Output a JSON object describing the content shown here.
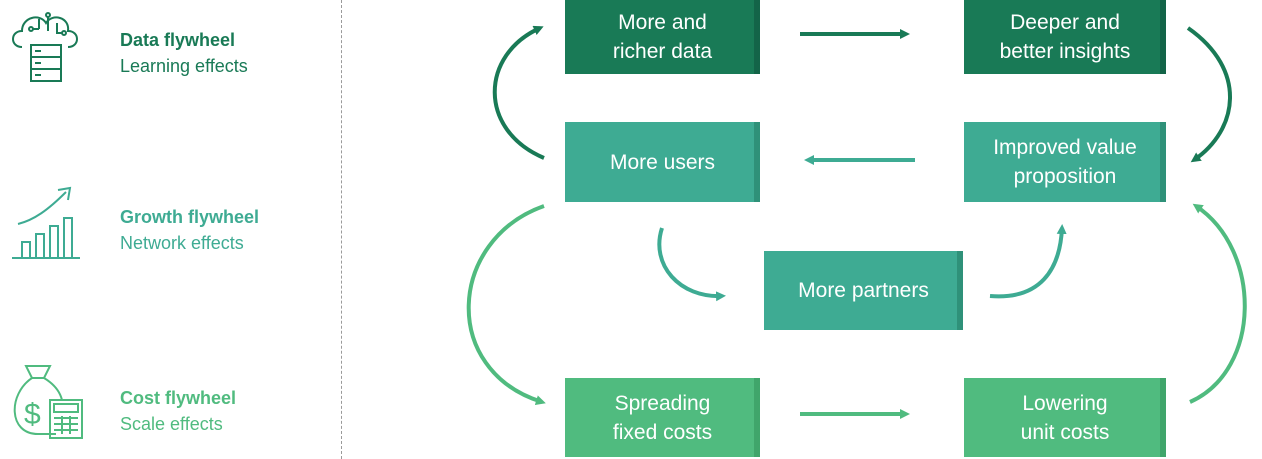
{
  "colors": {
    "data": "#197a56",
    "data_shade": "#136448",
    "growth": "#3eab93",
    "growth_shade": "#2f9179",
    "cost": "#50bb7f",
    "cost_shade": "#40a56b",
    "divider": "#9a9a9a"
  },
  "legend": [
    {
      "title": "Data flywheel",
      "subtitle": "Learning effects",
      "icon": "cloud-server-icon"
    },
    {
      "title": "Growth flywheel",
      "subtitle": "Network effects",
      "icon": "growth-chart-icon"
    },
    {
      "title": "Cost flywheel",
      "subtitle": "Scale effects",
      "icon": "money-bag-calculator-icon"
    }
  ],
  "boxes": {
    "more_data": {
      "line1": "More and",
      "line2": "richer data"
    },
    "deeper_insights": {
      "line1": "Deeper and",
      "line2": "better insights"
    },
    "more_users": {
      "line1": "More users",
      "line2": ""
    },
    "improved_value": {
      "line1": "Improved value",
      "line2": "proposition"
    },
    "more_partners": {
      "line1": "More partners",
      "line2": ""
    },
    "spreading_costs": {
      "line1": "Spreading",
      "line2": "fixed costs"
    },
    "lowering_costs": {
      "line1": "Lowering",
      "line2": "unit costs"
    }
  }
}
